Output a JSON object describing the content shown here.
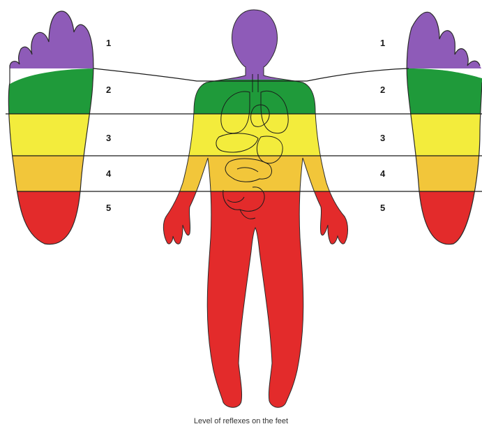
{
  "caption": "Level of reflexes on the feet",
  "zones": [
    {
      "label": "1",
      "color": "#8e5bb8"
    },
    {
      "label": "2",
      "color": "#1f9a3a"
    },
    {
      "label": "3",
      "color": "#f3ec3c"
    },
    {
      "label": "4",
      "color": "#f2c63a"
    },
    {
      "label": "5",
      "color": "#e32b2b"
    }
  ],
  "icons": {
    "left_foot": "left-foot-sole-icon",
    "right_foot": "right-foot-sole-icon",
    "body": "human-body-figure",
    "organs": "internal-organs-outline"
  }
}
